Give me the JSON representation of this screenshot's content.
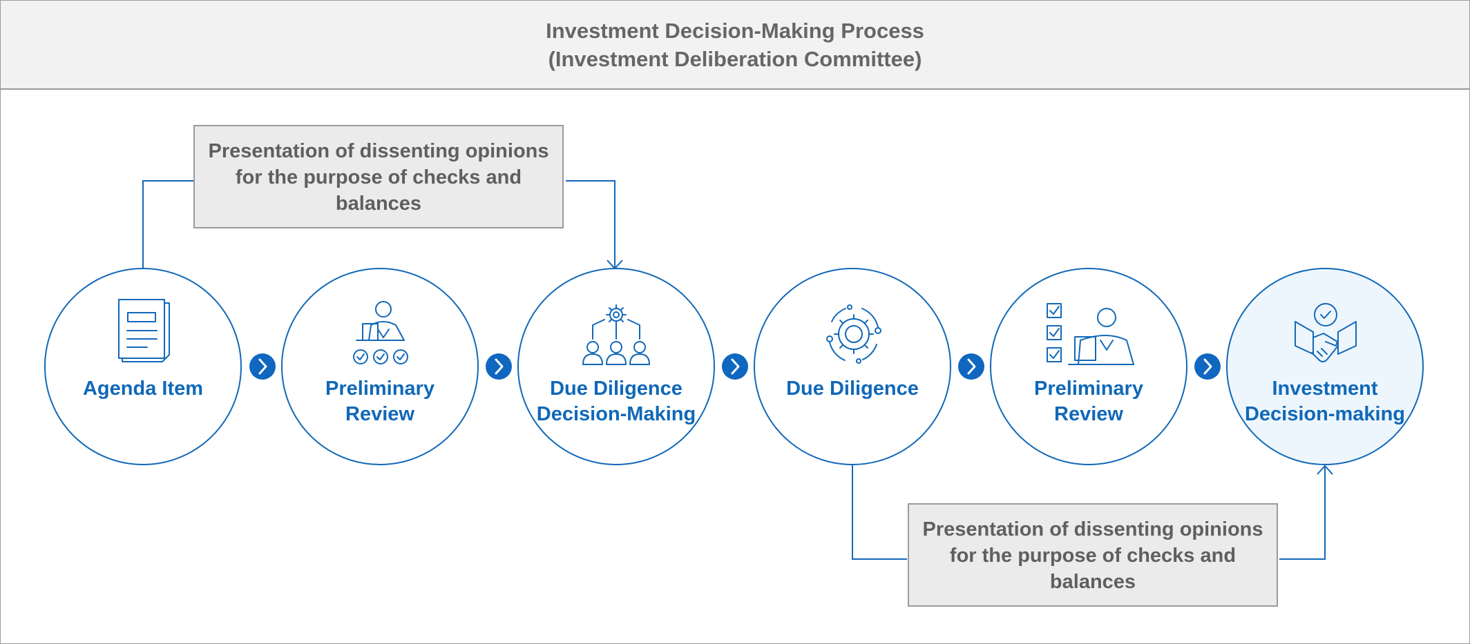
{
  "header": {
    "title_line1": "Investment Decision-Making Process",
    "title_line2": "(Investment Deliberation Committee)"
  },
  "steps": [
    {
      "lines": [
        "Agenda Item"
      ],
      "icon": "document-icon"
    },
    {
      "lines": [
        "Preliminary",
        "Review"
      ],
      "icon": "reviewer-checks-icon"
    },
    {
      "lines": [
        "Due Diligence",
        "Decision-Making"
      ],
      "icon": "team-gear-icon"
    },
    {
      "lines": [
        "Due Diligence"
      ],
      "icon": "gear-cycle-icon"
    },
    {
      "lines": [
        "Preliminary",
        "Review"
      ],
      "icon": "checklist-person-icon"
    },
    {
      "lines": [
        "Investment",
        "Decision-making"
      ],
      "icon": "handshake-icon"
    }
  ],
  "notes": [
    {
      "lines": [
        "Presentation of dissenting opinions",
        "for the purpose of checks and",
        "balances"
      ]
    },
    {
      "lines": [
        "Presentation of dissenting opinions",
        "for the purpose of checks and",
        "balances"
      ]
    }
  ],
  "colors": {
    "accent": "#1068b8",
    "header_bg": "#f2f2f2",
    "note_bg": "#ebebeb",
    "final_step_bg": "#eef6fd",
    "text_gray": "#666666"
  }
}
